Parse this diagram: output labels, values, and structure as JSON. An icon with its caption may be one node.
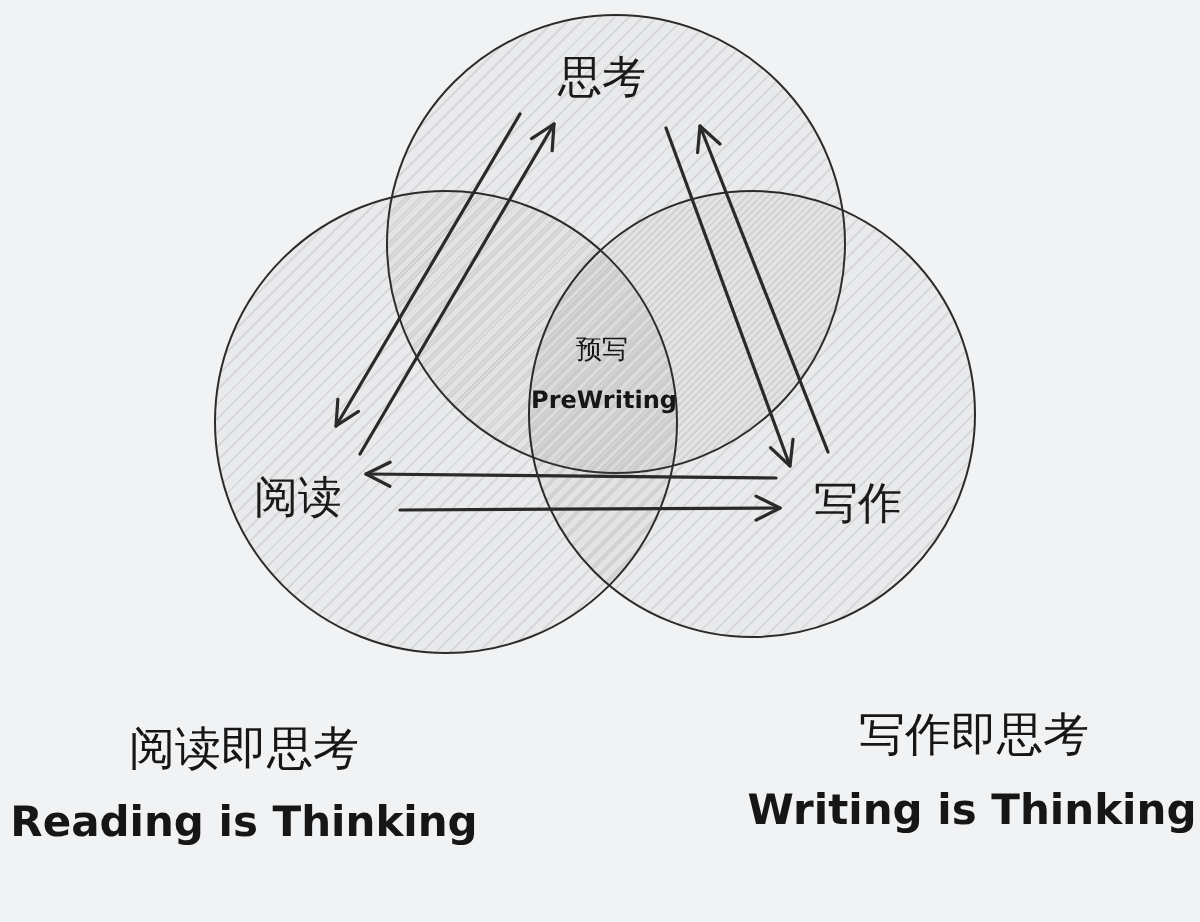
{
  "diagram": {
    "nodes": [
      {
        "text": [
          "思考"
        ]
      },
      {
        "text": [
          "阅读"
        ]
      },
      {
        "text": [
          "写作"
        ]
      }
    ],
    "edges": [
      {
        "from": 1,
        "to": 0,
        "arrow": "to"
      },
      {
        "from": 0,
        "to": 1,
        "arrow": "to"
      },
      {
        "from": 0,
        "to": 2,
        "arrow": "to"
      },
      {
        "from": 2,
        "to": 0,
        "arrow": "to"
      },
      {
        "from": 2,
        "to": 1,
        "arrow": "to"
      },
      {
        "from": 1,
        "to": 2,
        "arrow": "to"
      }
    ],
    "labels": [
      "预写",
      "PreWriting",
      "阅读即思考",
      "Reading is Thinking",
      "写作即思考",
      "Writing is Thinking"
    ]
  }
}
